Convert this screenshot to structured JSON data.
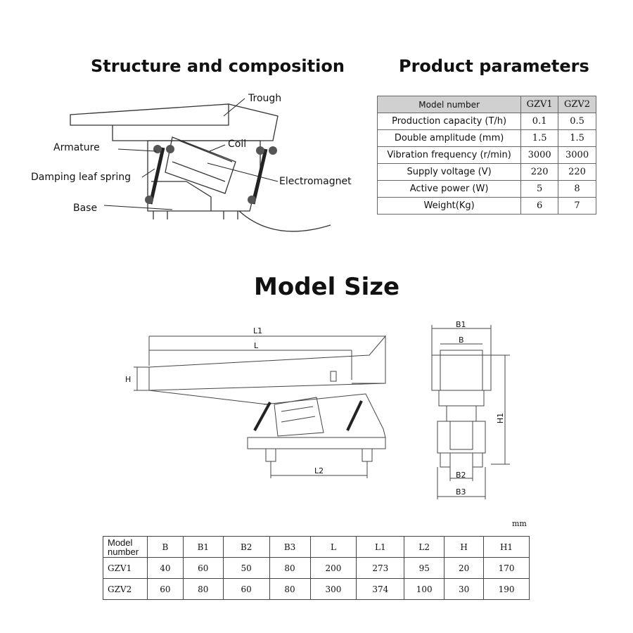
{
  "structure": {
    "title": "Structure and composition",
    "labels": {
      "trough": "Trough",
      "armature": "Armature",
      "coil": "Coil",
      "damping_leaf_spring": "Damping leaf spring",
      "electromagnet": "Electromagnet",
      "base": "Base"
    }
  },
  "parameters": {
    "title": "Product parameters",
    "header": [
      "Model number",
      "GZV1",
      "GZV2"
    ],
    "rows": [
      [
        "Production capacity (T/h)",
        "0.1",
        "0.5"
      ],
      [
        "Double amplitude (mm)",
        "1.5",
        "1.5"
      ],
      [
        "Vibration frequency (r/min)",
        "3000",
        "3000"
      ],
      [
        "Supply voltage (V)",
        "220",
        "220"
      ],
      [
        "Active power (W)",
        "5",
        "8"
      ],
      [
        "Weight(Kg)",
        "6",
        "7"
      ]
    ]
  },
  "model_size": {
    "title": "Model Size",
    "dim_labels": {
      "l1": "L1",
      "l": "L",
      "h": "H",
      "l2": "L2",
      "b1": "B1",
      "b": "B",
      "h1": "H1",
      "b2": "B2",
      "b3": "B3"
    },
    "unit": "mm",
    "table": {
      "header": [
        "Model number",
        "B",
        "B1",
        "B2",
        "B3",
        "L",
        "L1",
        "L2",
        "H",
        "H1"
      ],
      "rows": [
        [
          "GZV1",
          "40",
          "60",
          "50",
          "80",
          "200",
          "273",
          "95",
          "20",
          "170"
        ],
        [
          "GZV2",
          "60",
          "80",
          "60",
          "80",
          "300",
          "374",
          "100",
          "30",
          "190"
        ]
      ]
    }
  },
  "colors": {
    "line": "#333333",
    "header_fill": "#d0d0d0"
  }
}
